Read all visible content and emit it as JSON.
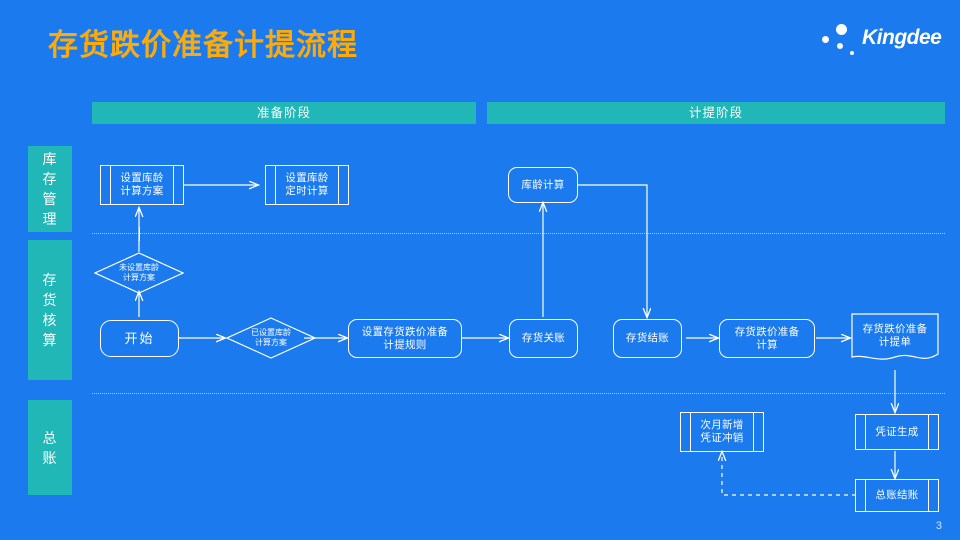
{
  "slide": {
    "title": "存货跌价准备计提流程",
    "page_number": "3",
    "colors": {
      "background": "#1a7aee",
      "title": "#f8aa0e",
      "accent_teal": "#22b7b7",
      "stroke": "#ffffff",
      "separator": "#bcd9fb"
    }
  },
  "logo": {
    "brand": "Kingdee"
  },
  "phases": [
    {
      "label": "准备阶段"
    },
    {
      "label": "计提阶段"
    }
  ],
  "lanes": [
    {
      "label": "库存管理"
    },
    {
      "label": "存货核算"
    },
    {
      "label": "总账"
    }
  ],
  "nodes": {
    "set_aging_scheme": {
      "label": "设置库龄\n计算方案",
      "line1": "设置库龄",
      "line2": "计算方案"
    },
    "aging_schedule": {
      "line1": "设置库龄",
      "line2": "定时计算"
    },
    "aging_calc": {
      "line1": "库龄计算",
      "line2": ""
    },
    "no_scheme_decision": {
      "line1": "未设置库龄",
      "line2": "计算方案"
    },
    "has_scheme_decision": {
      "line1": "已设置库龄",
      "line2": "计算方案"
    },
    "start": {
      "line1": "开始",
      "line2": ""
    },
    "set_rule": {
      "line1": "设置存货跌价准备",
      "line2": "计提规则"
    },
    "inv_close": {
      "line1": "存货关账",
      "line2": ""
    },
    "inv_settle": {
      "line1": "存货结账",
      "line2": ""
    },
    "provision_calc": {
      "line1": "存货跌价准备",
      "line2": "计算"
    },
    "provision_doc": {
      "line1": "存货跌价准备",
      "line2": "计提单"
    },
    "next_month_reverse": {
      "line1": "次月新增",
      "line2": "凭证冲销"
    },
    "voucher_gen": {
      "line1": "凭证生成",
      "line2": ""
    },
    "gl_close": {
      "line1": "总账结账",
      "line2": ""
    }
  }
}
